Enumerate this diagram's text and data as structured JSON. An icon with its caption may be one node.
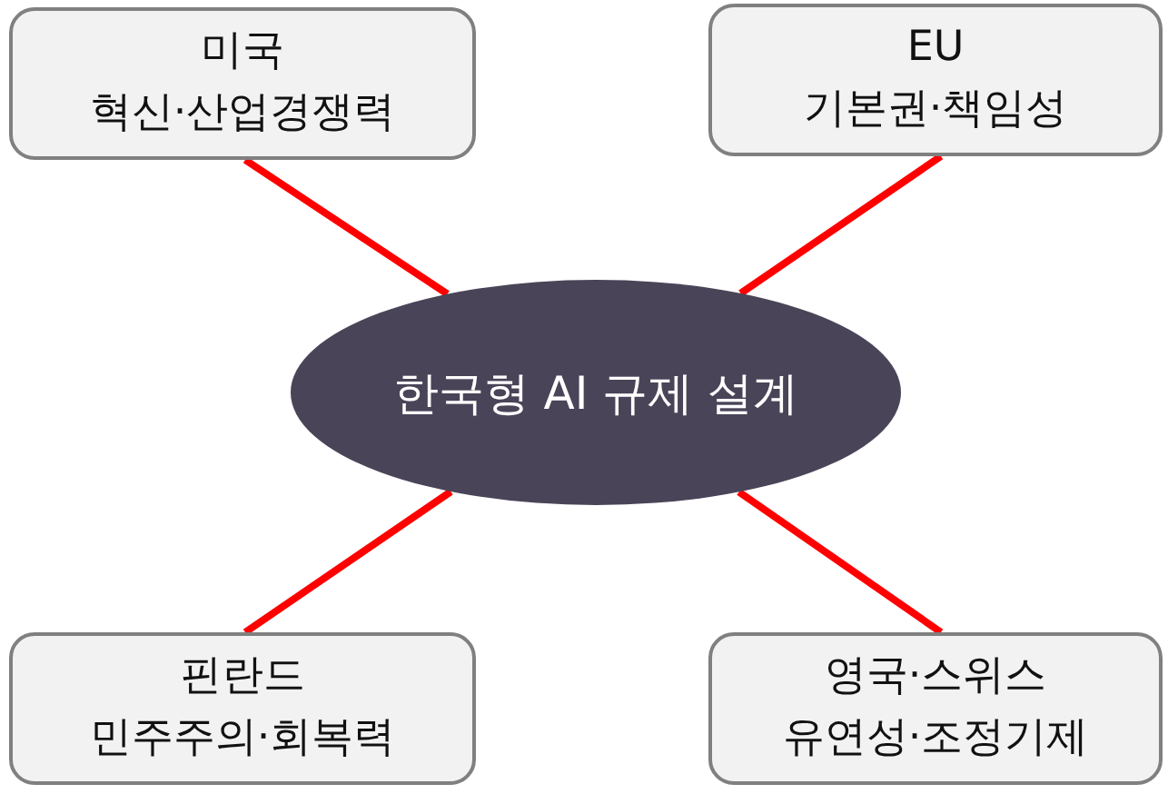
{
  "diagram": {
    "nodes": [
      {
        "text": [
          "미국",
          "혁신·산업경쟁력"
        ]
      },
      {
        "text": [
          "EU",
          "기본권·책임성"
        ]
      },
      {
        "text": [
          "한국형 AI 규제 설계"
        ]
      },
      {
        "text": [
          "핀란드",
          "민주주의·회복력"
        ]
      },
      {
        "text": [
          "영국·스위스",
          "유연성·조정기제"
        ]
      }
    ],
    "edges": [
      {
        "from": 2,
        "to": 0,
        "arrow": "none"
      },
      {
        "from": 2,
        "to": 1,
        "arrow": "none"
      },
      {
        "from": 2,
        "to": 3,
        "arrow": "none"
      },
      {
        "from": 2,
        "to": 4,
        "arrow": "none"
      }
    ]
  }
}
